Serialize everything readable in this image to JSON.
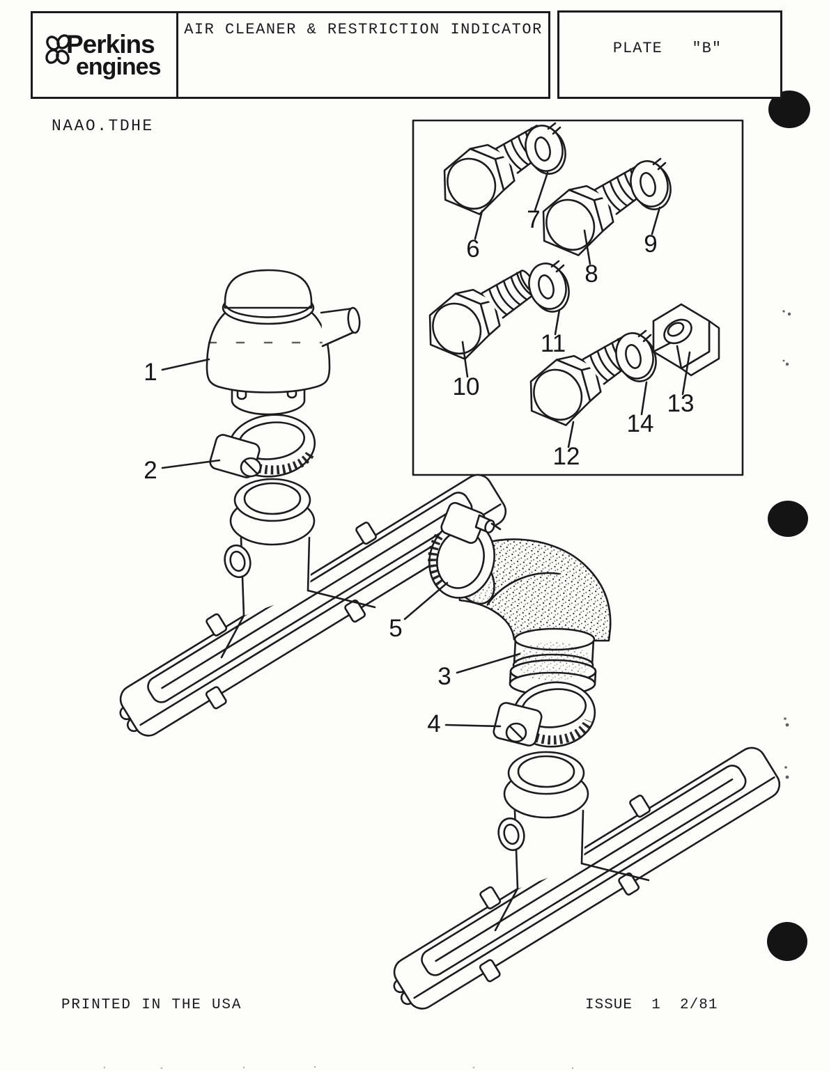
{
  "header": {
    "brand_line1": "Perkins",
    "brand_line2": "engines",
    "title": "AIR CLEANER & RESTRICTION INDICATOR",
    "plate": "PLATE   \"B\""
  },
  "doc_code": "NAAO.TDHE",
  "callouts": [
    "1",
    "2",
    "3",
    "4",
    "5",
    "6",
    "7",
    "8",
    "9",
    "10",
    "11",
    "12",
    "13",
    "14"
  ],
  "footer": {
    "printed": "PRINTED IN THE USA",
    "issue": "ISSUE  1  2/81"
  },
  "colors": {
    "ink": "#1c1c1c",
    "paper": "#fdfdfc"
  }
}
